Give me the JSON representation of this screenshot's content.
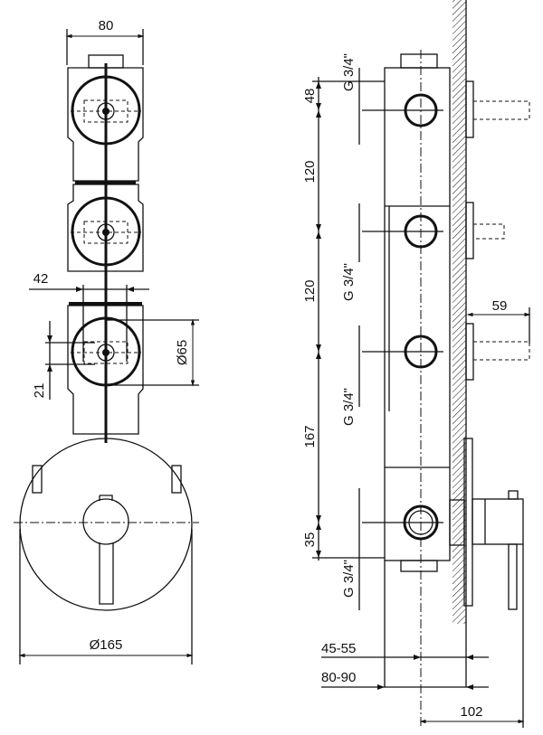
{
  "front_view": {
    "width_label": "80",
    "spacing_label": "42",
    "circle_diameter_label": "Ø65",
    "offset_label": "21",
    "plate_diameter_label": "Ø165"
  },
  "side_view": {
    "thread_labels": [
      "G 3/4\"",
      "G 3/4\"",
      "G 3/4\"",
      "G 3/4\""
    ],
    "vertical_dims": [
      "48",
      "120",
      "120",
      "167",
      "35"
    ],
    "spout_length_label": "59",
    "depth_range_1": "45-55",
    "depth_range_2": "80-90",
    "total_depth_label": "102"
  }
}
